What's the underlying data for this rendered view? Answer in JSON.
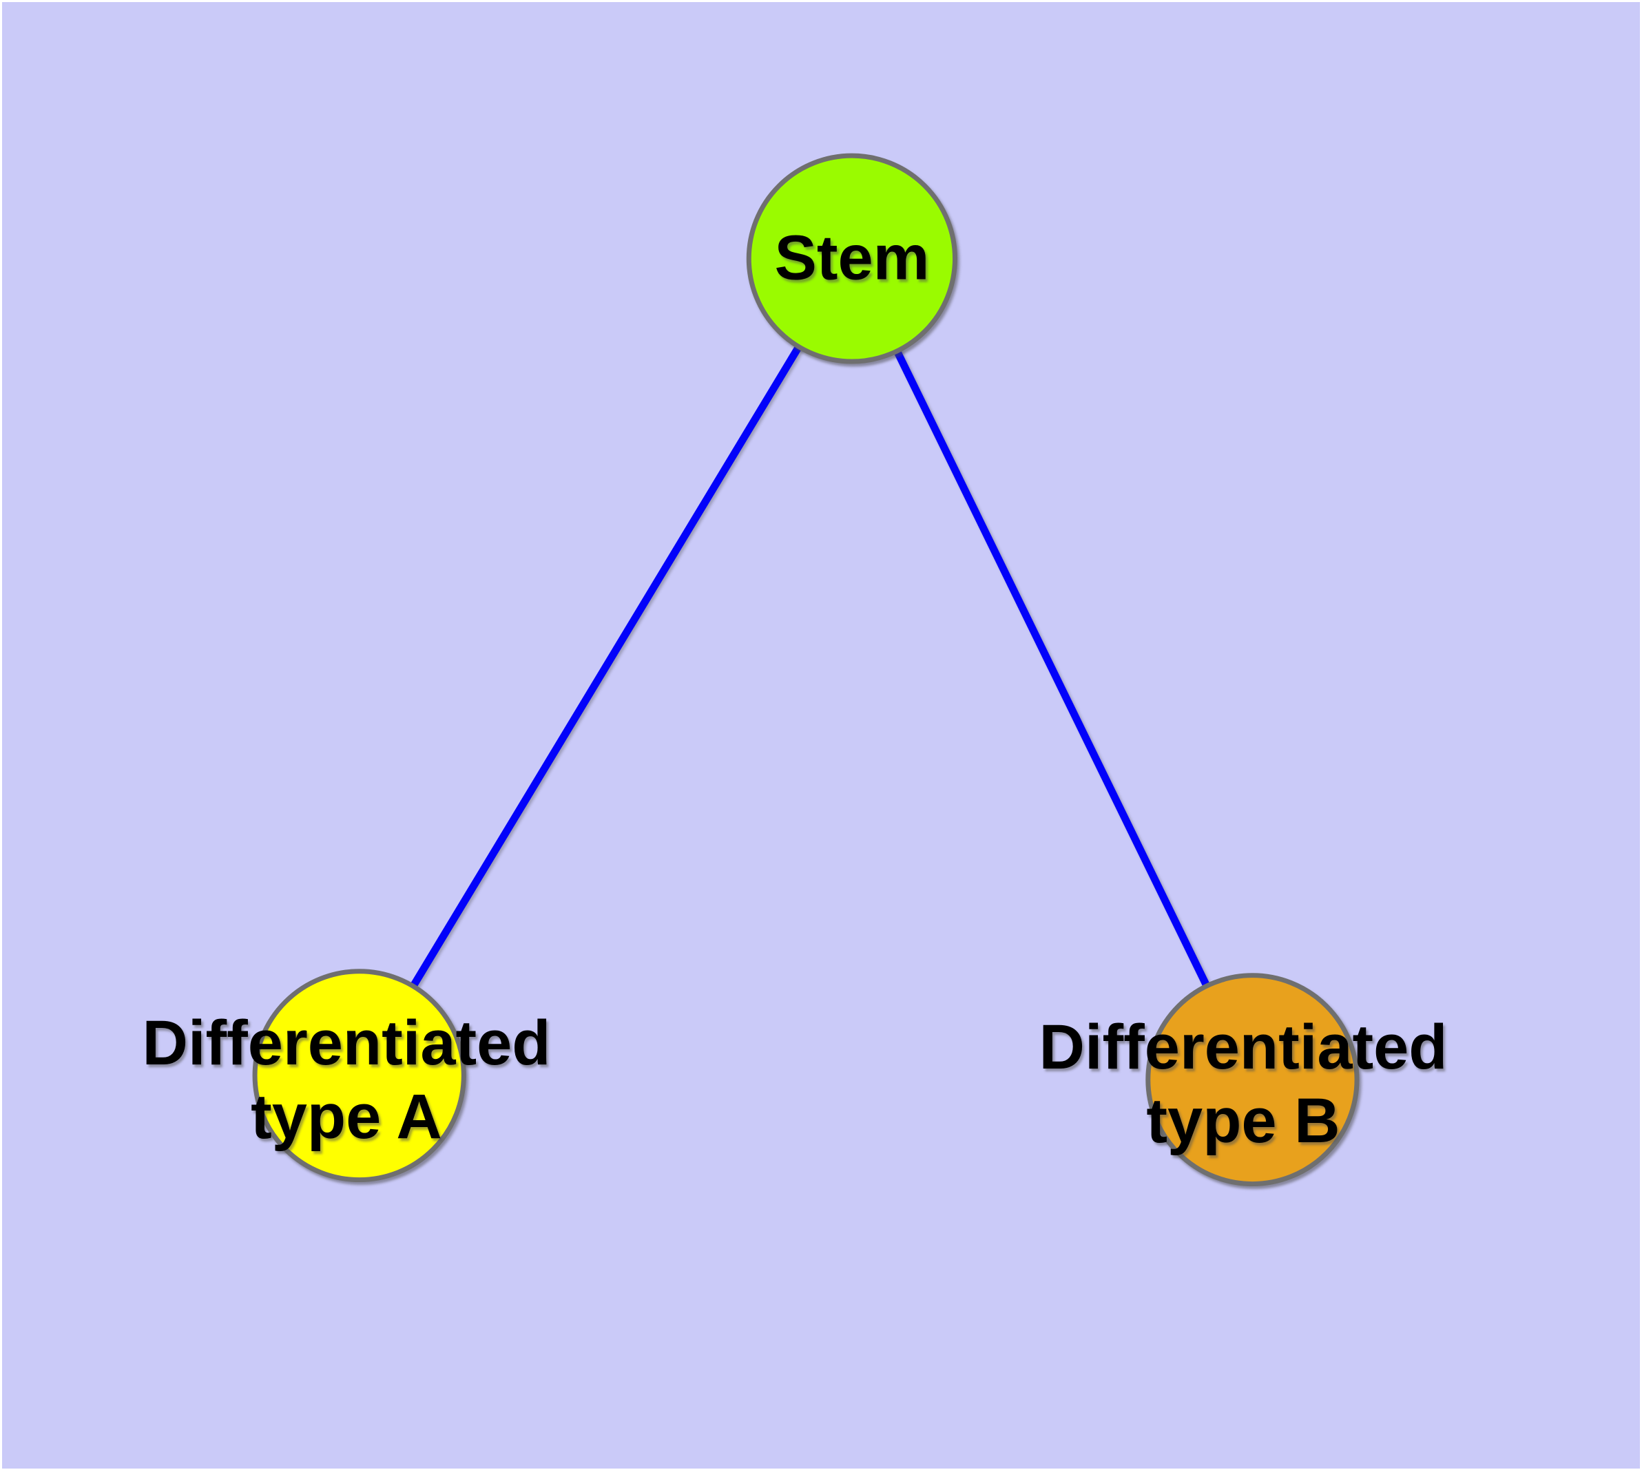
{
  "figure": {
    "background_color": "#cacaf8",
    "frame_color": "#ffffff"
  },
  "graph": {
    "edge_color": "#0202fa",
    "node_border_color": "#6f6f6f",
    "text_color": "#000000",
    "nodes": {
      "stem": {
        "label": "Stem",
        "fill_color": "#9afb00"
      },
      "type_a": {
        "label": "Differentiated\ntype A",
        "fill_color": "#ffff00"
      },
      "type_b": {
        "label": "Differentiated\ntype B",
        "fill_color": "#e8a11d"
      }
    },
    "edges": [
      {
        "from": "Stem",
        "to": "Differentiated type A"
      },
      {
        "from": "Stem",
        "to": "Differentiated type B"
      }
    ]
  }
}
